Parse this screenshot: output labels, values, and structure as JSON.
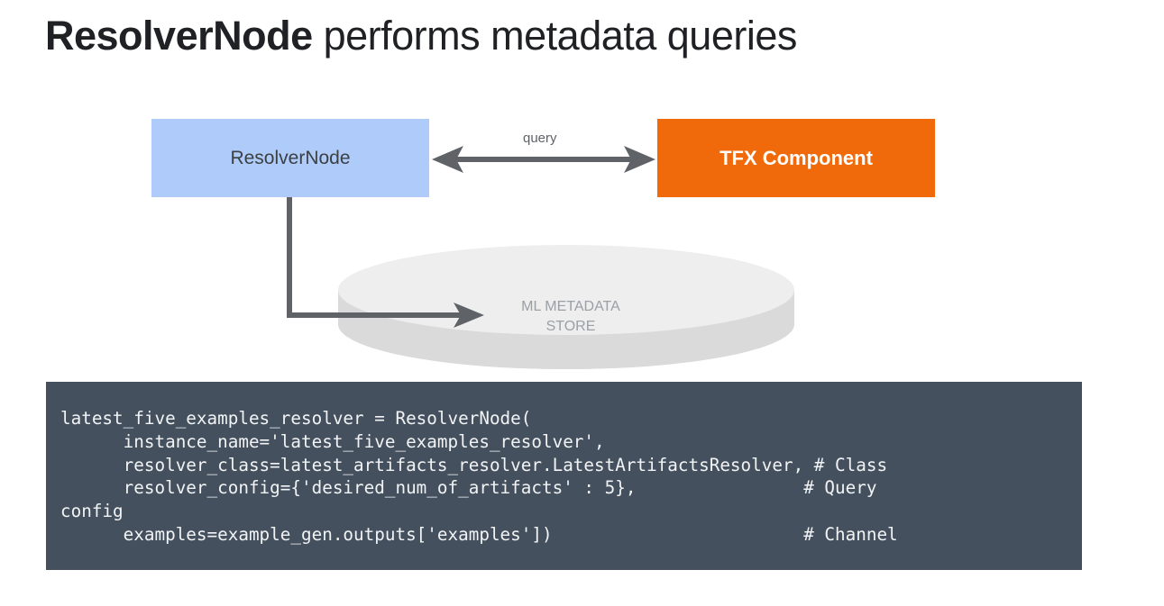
{
  "title": {
    "bold": "ResolverNode",
    "rest": " performs metadata queries"
  },
  "diagram": {
    "resolver_node_label": "ResolverNode",
    "tfx_component_label": "TFX Component",
    "query_label": "query",
    "store_label_line1": "ML METADATA",
    "store_label_line2": "STORE",
    "colors": {
      "resolver_node": "#aecbfa",
      "tfx_component": "#f06a0b",
      "arrow": "#5f6368",
      "store": "#eeeeee"
    }
  },
  "code": {
    "background": "#45505f",
    "lines": [
      "latest_five_examples_resolver = ResolverNode(",
      "      instance_name='latest_five_examples_resolver',",
      "      resolver_class=latest_artifacts_resolver.LatestArtifactsResolver, # Class",
      "      resolver_config={'desired_num_of_artifacts' : 5},                # Query",
      "config",
      "      examples=example_gen.outputs['examples'])                        # Channel"
    ]
  }
}
